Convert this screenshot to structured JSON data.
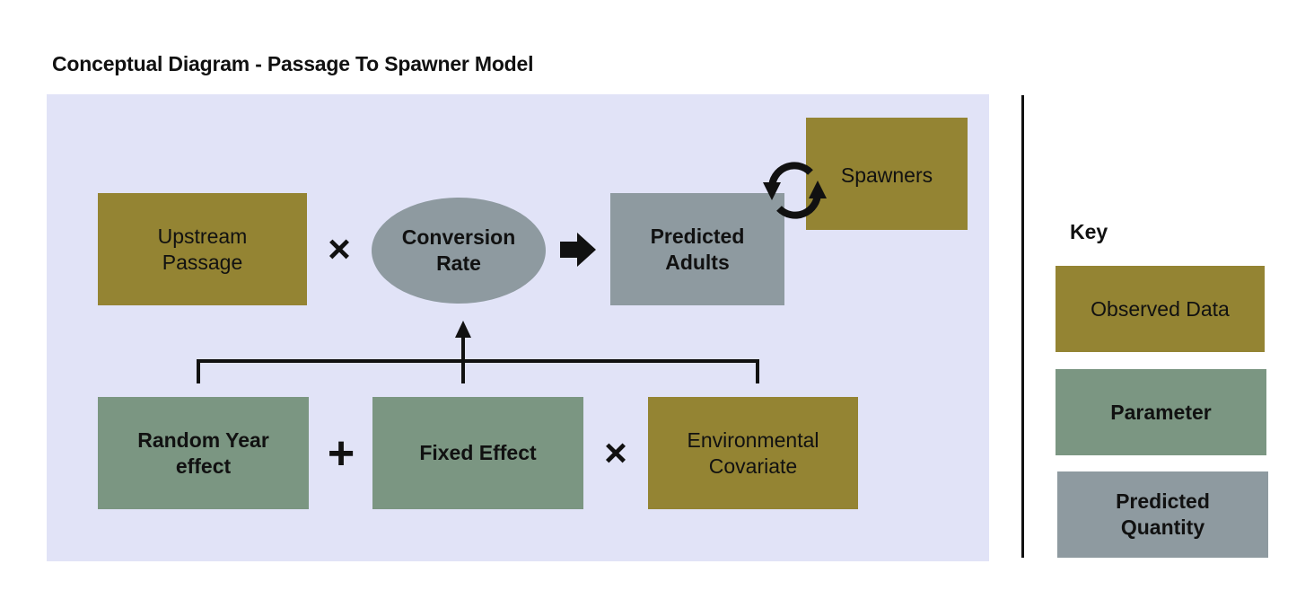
{
  "title": "Conceptual Diagram - Passage To Spawner Model",
  "nodes": {
    "upstream_passage": "Upstream\nPassage",
    "conversion_rate": "Conversion\nRate",
    "predicted_adults": "Predicted\nAdults",
    "spawners": "Spawners",
    "random_year_effect": "Random Year\neffect",
    "fixed_effect": "Fixed Effect",
    "environmental_covariate": "Environmental\nCovariate"
  },
  "operators": {
    "multiply_1": "×",
    "plus": "+",
    "multiply_2": "×"
  },
  "key": {
    "title": "Key",
    "observed_data": "Observed Data",
    "parameter": "Parameter",
    "predicted_quantity": "Predicted\nQuantity"
  },
  "colors": {
    "observed_data": "#948433",
    "parameter": "#7b9682",
    "predicted_quantity": "#8e9aa0",
    "panel_background": "#e1e3f7"
  },
  "icons": {
    "cycle": "cycle-arrows-icon",
    "arrow": "right-arrow-icon"
  }
}
